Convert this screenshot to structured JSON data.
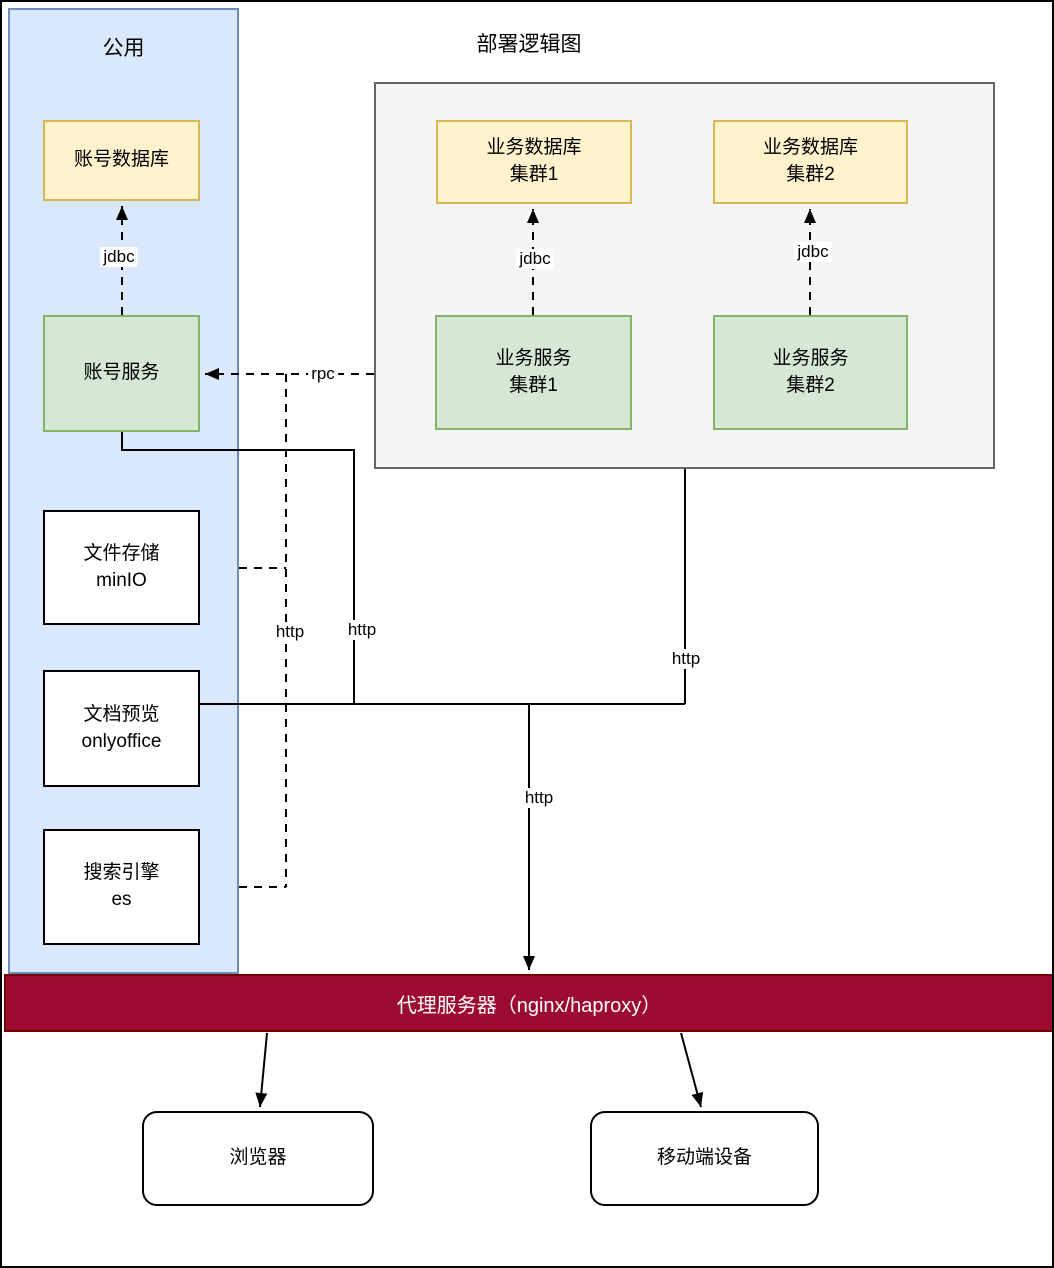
{
  "colors": {
    "page_bg": "#ffffff",
    "page_border": "#000000",
    "sidebar_fill": "#dae8fc",
    "sidebar_stroke": "#6c8ebf",
    "yellow_fill": "#fff2cc",
    "yellow_stroke": "#d6b656",
    "green_fill": "#d5e8d4",
    "green_stroke": "#82b366",
    "plain_fill": "#ffffff",
    "plain_stroke": "#000000",
    "group_fill": "#f5f5f5",
    "group_stroke": "#666666",
    "proxy_fill": "#9e0b31",
    "proxy_stroke": "#6f0000",
    "proxy_text": "#ffffff",
    "edge_color": "#000000"
  },
  "titles": {
    "sidebar": "公用",
    "main": "部署逻辑图"
  },
  "nodes": {
    "account_db": {
      "label": "账号数据库"
    },
    "account_service": {
      "label": "账号服务"
    },
    "file_storage": {
      "line1": "文件存储",
      "line2": "minIO"
    },
    "doc_preview": {
      "line1": "文档预览",
      "line2": "onlyoffice"
    },
    "search_engine": {
      "line1": "搜索引擎",
      "line2": "es"
    },
    "biz_db_cluster1": {
      "line1": "业务数据库",
      "line2": "集群1"
    },
    "biz_db_cluster2": {
      "line1": "业务数据库",
      "line2": "集群2"
    },
    "biz_svc_cluster1": {
      "line1": "业务服务",
      "line2": "集群1"
    },
    "biz_svc_cluster2": {
      "line1": "业务服务",
      "line2": "集群2"
    },
    "proxy": {
      "label": "代理服务器（nginx/haproxy）"
    },
    "browser": {
      "label": "浏览器"
    },
    "mobile": {
      "label": "移动端设备"
    }
  },
  "edge_labels": {
    "jdbc_account": "jdbc",
    "jdbc_cluster1": "jdbc",
    "jdbc_cluster2": "jdbc",
    "rpc": "rpc",
    "http_dashed": "http",
    "http_account": "http",
    "http_cluster": "http",
    "http_proxy": "http"
  }
}
